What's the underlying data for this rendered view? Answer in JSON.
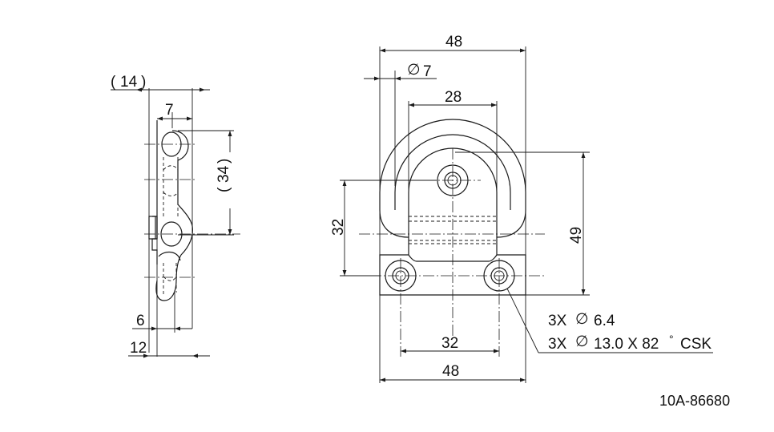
{
  "drawing": {
    "part_number": "10A-86680",
    "side_view": {
      "dim_overall_ref": "14",
      "dim_width": "7",
      "dim_height_ref": "34",
      "dim_bottom_small": "6",
      "dim_bottom_large": "12"
    },
    "front_view": {
      "dim_top_width": "48",
      "dim_hole_dia_symbol": "∅",
      "dim_hole_dia": "7",
      "dim_ring_inner": "28",
      "dim_left_height": "32",
      "dim_right_height": "49",
      "dim_hole_spacing": "32",
      "dim_bottom_width": "48",
      "note_holes_prefix": "3X",
      "note_holes_symbol": "∅",
      "note_holes_dia": "6.4",
      "note_csk_prefix": "3X",
      "note_csk_symbol": "∅",
      "note_csk": "13.0 X 82",
      "note_csk_degree": "°",
      "note_csk_suffix": "CSK"
    }
  }
}
